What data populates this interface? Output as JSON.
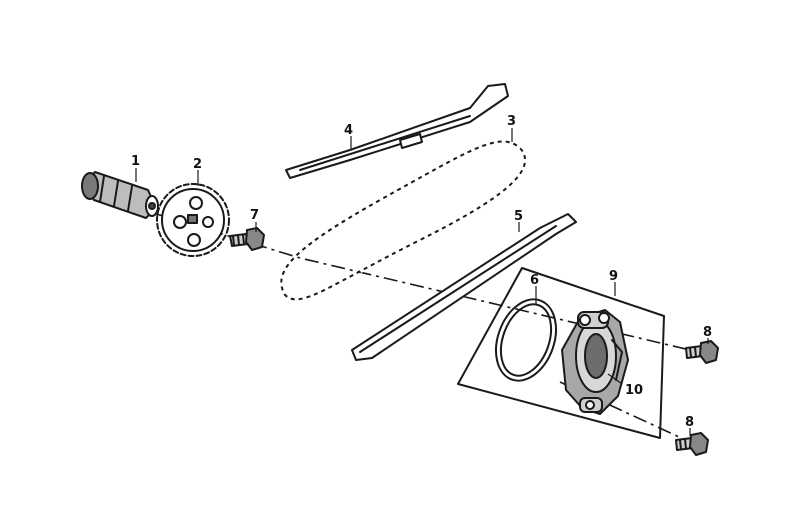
{
  "diagram": {
    "callouts": {
      "c1": "1",
      "c2": "2",
      "c3": "3",
      "c4": "4",
      "c5": "5",
      "c6": "6",
      "c7": "7",
      "c8a": "8",
      "c8b": "8",
      "c9": "9",
      "c10": "10"
    }
  },
  "colors": {
    "ink": "#1a1a1a",
    "shade": "#9a9a9a",
    "background": "#ffffff"
  }
}
